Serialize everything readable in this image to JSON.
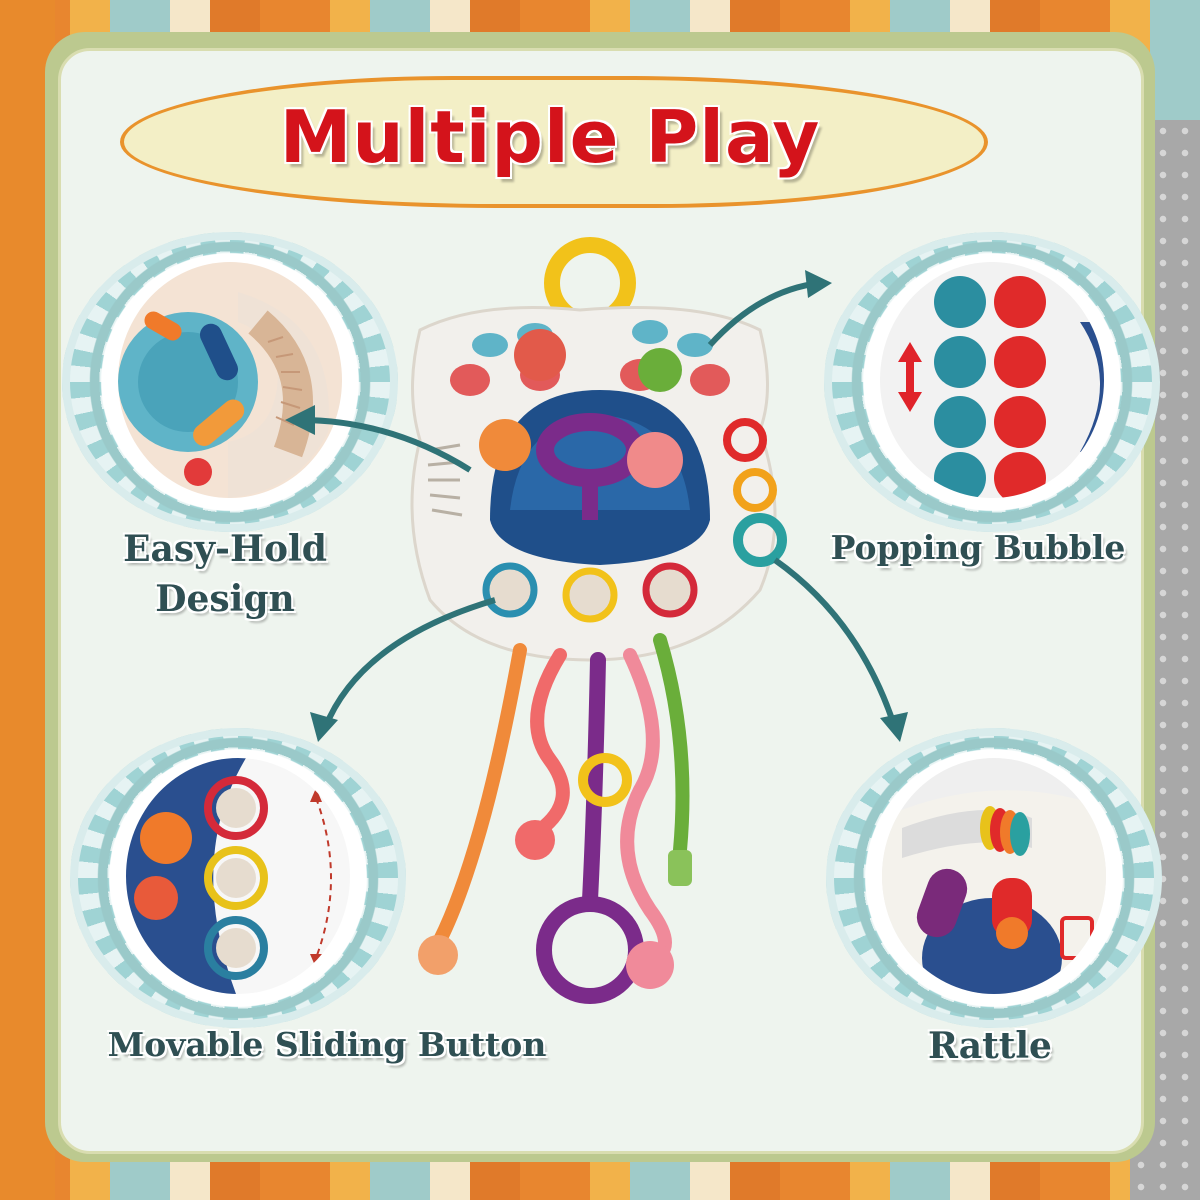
{
  "title": "Multiple Play",
  "features": {
    "easy_hold_line1": "Easy-Hold",
    "easy_hold_line2": "Design",
    "popping_bubble": "Popping Bubble",
    "sliding_button": "Movable Sliding Button",
    "rattle": "Rattle"
  },
  "colors": {
    "title_red": "#d4131b",
    "label_teal": "#2f4f53",
    "arrow_teal": "#2f7377",
    "banner_border": "#e9932c",
    "panel_bg": "#eef4ee"
  },
  "icons": [
    "up-down-arrow-icon",
    "curved-arrow-icon"
  ]
}
